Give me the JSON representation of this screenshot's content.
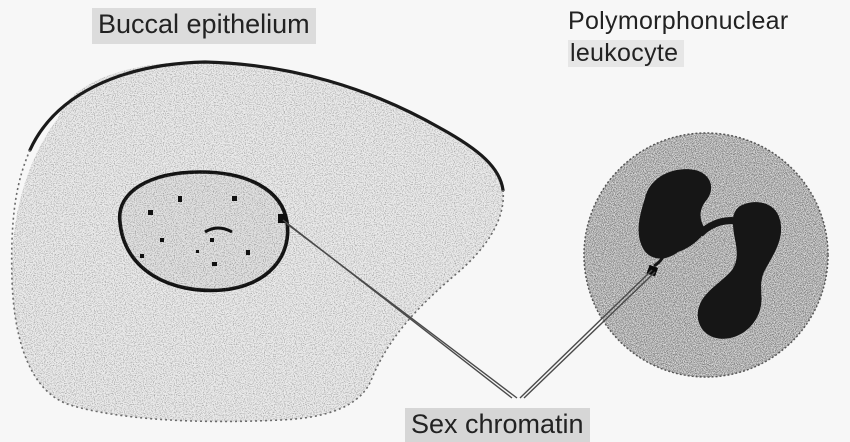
{
  "labels": {
    "buccal_epithelium": "Buccal epithelium",
    "pmn_line1": "Polymorphonuclear",
    "pmn_line2": "leukocyte",
    "sex_chromatin": "Sex chromatin"
  },
  "colors": {
    "ink": "#1a1a1a",
    "cell_fill": "#e9e9e9",
    "pmn_nucleus": "#161616",
    "background": "#f7f7f7"
  }
}
